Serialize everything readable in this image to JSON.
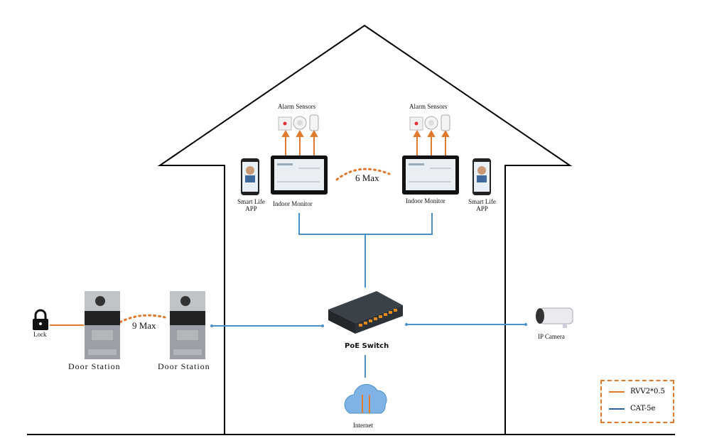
{
  "labels": {
    "alarm_sensors_left": "Alarm Sensors",
    "alarm_sensors_right": "Alarm Sensors",
    "indoor_monitor_left": "Indoor Monitor",
    "indoor_monitor_right": "Indoor Monitor",
    "smart_life_left": "Smart Life\nAPP",
    "smart_life_right": "Smart Life\nAPP",
    "six_max": "6 Max",
    "nine_max": "9 Max",
    "door_station_left": "Door Station",
    "door_station_right": "Door Station",
    "lock": "Lock",
    "poe_switch": "PoE Switch",
    "ip_camera": "IP Camera",
    "internet": "Internet"
  },
  "legend": {
    "items": [
      {
        "label": "RVV2*0.5",
        "color": "#e07a2e"
      },
      {
        "label": "CAT-5e",
        "color": "#2a5ea8"
      }
    ]
  },
  "colors": {
    "rvv": "#e07a2e",
    "cat": "#4a90c9",
    "house": "#000000"
  }
}
